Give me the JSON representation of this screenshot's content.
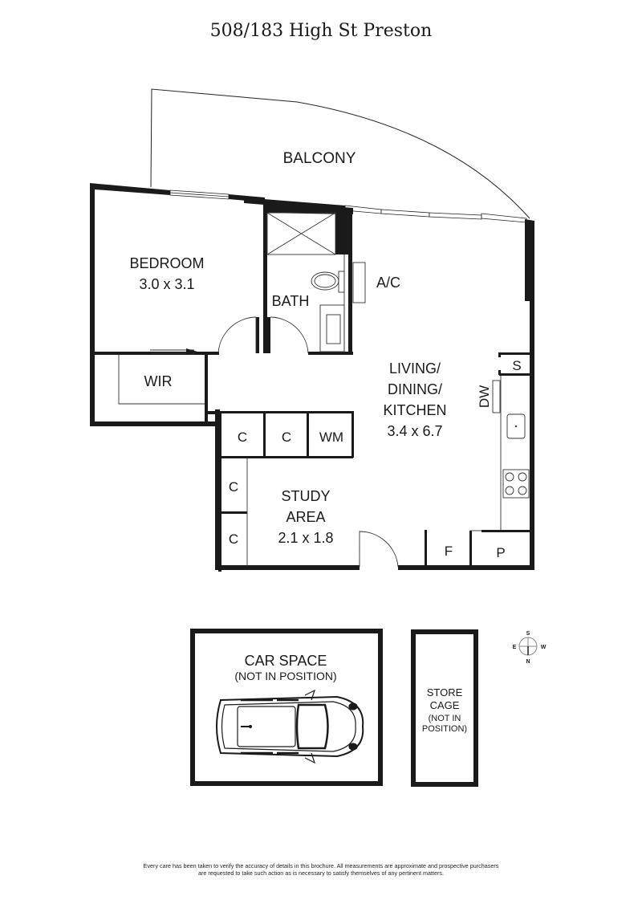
{
  "title": "508/183 High St Preston",
  "rooms": {
    "balcony": {
      "name": "BALCONY"
    },
    "bedroom": {
      "name": "BEDROOM",
      "size": "3.0 x 3.1"
    },
    "bath": {
      "name": "BATH"
    },
    "ac": {
      "name": "A/C"
    },
    "wir": {
      "name": "WIR"
    },
    "living": {
      "line1": "LIVING/",
      "line2": "DINING/",
      "line3": "KITCHEN",
      "size": "3.4 x 6.7"
    },
    "study": {
      "line1": "STUDY",
      "line2": "AREA",
      "size": "2.1 x 1.8"
    },
    "cupboards": [
      "C",
      "C",
      "WM",
      "C",
      "C"
    ],
    "dishwasher": "DW",
    "shelf": "S",
    "fridge": "F",
    "pantry": "P"
  },
  "car_space": {
    "title": "CAR SPACE",
    "note": "(NOT IN POSITION)"
  },
  "store_cage": {
    "line1": "STORE",
    "line2": "CAGE",
    "line3": "(NOT IN",
    "line4": "POSITION)"
  },
  "compass": {
    "top": "S",
    "bottom": "N",
    "left": "E",
    "right": "W"
  },
  "disclaimer": {
    "line1": "Every care has been taken to verify the accuracy of details in this brochure. All measurements are approximate and prospective purchasers",
    "line2": "are requested to take such action as is necessary to satisfy themselves of any pertinent matters."
  },
  "colors": {
    "wall": "#1a1a1a",
    "line": "#333333",
    "compass": "#888888"
  }
}
